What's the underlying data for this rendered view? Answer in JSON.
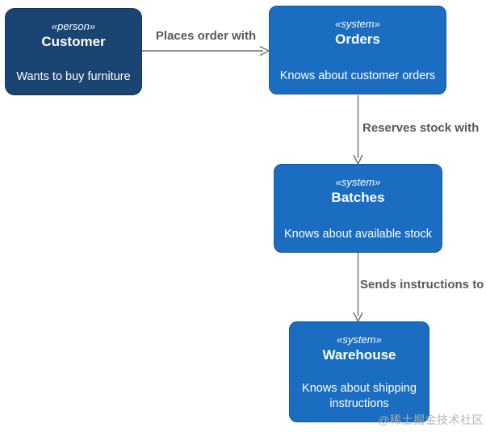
{
  "diagram": {
    "type": "c4-system-context",
    "background": "#ffffff",
    "colors": {
      "person_fill": "#1a4471",
      "system_fill": "#1b6dc1",
      "node_text": "#ffffff",
      "edge_line": "#6e6e6e",
      "edge_label": "#55585c",
      "watermark_text": "#b0b1b5"
    },
    "nodes": [
      {
        "id": "customer",
        "stereotype": "«person»",
        "name": "Customer",
        "description": "Wants to buy furniture",
        "fill": "#1a4471"
      },
      {
        "id": "orders",
        "stereotype": "«system»",
        "name": "Orders",
        "description": "Knows about customer orders",
        "fill": "#1b6dc1"
      },
      {
        "id": "batches",
        "stereotype": "«system»",
        "name": "Batches",
        "description": "Knows about available stock",
        "fill": "#1b6dc1"
      },
      {
        "id": "warehouse",
        "stereotype": "«system»",
        "name": "Warehouse",
        "description": "Knows about shipping instructions",
        "fill": "#1b6dc1"
      }
    ],
    "edges": [
      {
        "from": "customer",
        "to": "orders",
        "label": "Places order with"
      },
      {
        "from": "orders",
        "to": "batches",
        "label": "Reserves stock with"
      },
      {
        "from": "batches",
        "to": "warehouse",
        "label": "Sends instructions to"
      }
    ],
    "watermark": "@稀土掘金技术社区"
  }
}
